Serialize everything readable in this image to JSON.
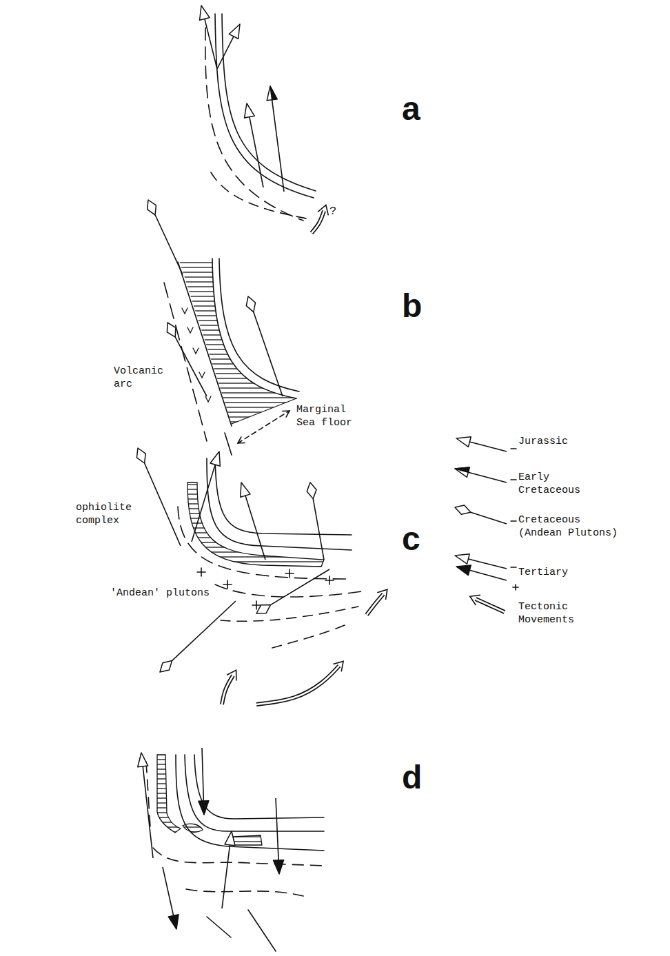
{
  "diagram": {
    "labels": [
      "a",
      "?",
      "b",
      "Volcanic arc",
      "Marginal Sea floor",
      "c",
      "ophiolite complex",
      "'Andean' plutons",
      "d"
    ],
    "legend": [
      {
        "text": "Jurassic"
      },
      {
        "text": "Early Cretaceous"
      },
      {
        "text": "Cretaceous (Andean Plutons)"
      },
      {
        "text": "Tertiary"
      },
      {
        "text": "Tectonic Movements"
      }
    ]
  }
}
